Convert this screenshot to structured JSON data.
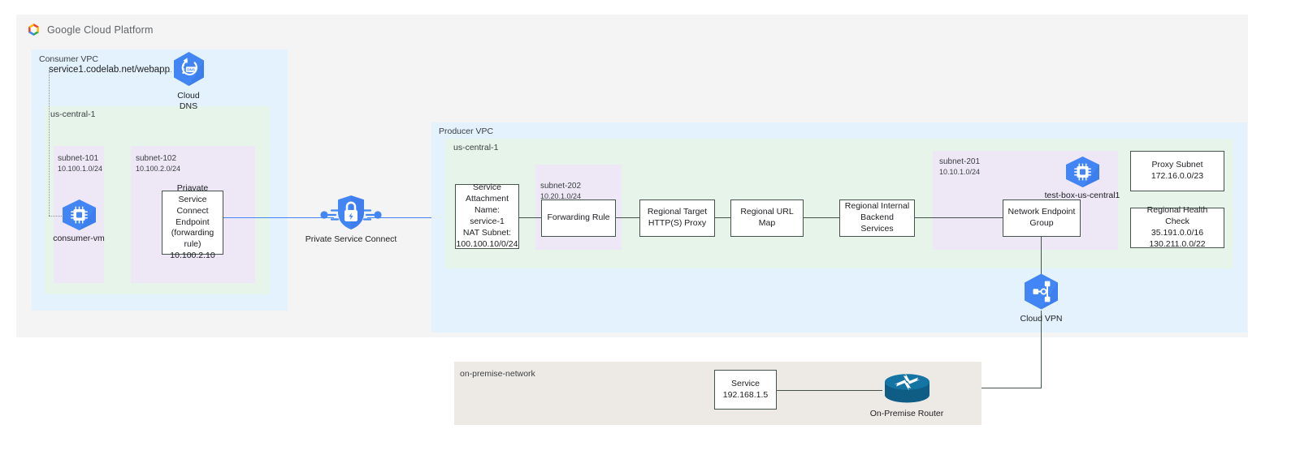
{
  "header": {
    "logo_icon": "google-cloud-logo-icon",
    "brand_google": "Google",
    "brand_cloud": "Cloud",
    "brand_platform": "Platform",
    "brand_full": "Google Cloud Platform"
  },
  "colors": {
    "vpc_fill": "#e3f2fd",
    "region_fill": "#e6f4ea",
    "subnet_fill": "#ede7f6",
    "onprem_fill": "#edeae6",
    "platform_fill": "#f4f4f4",
    "google_blue": "#4285f4",
    "connector": "#45534d",
    "router_teal": "#12638c"
  },
  "consumer": {
    "vpc_label": "Consumer VPC",
    "region_label": "us-central-1",
    "dns_url": "service1.codelab.net/webapp",
    "dns_icon": "cloud-dns-icon",
    "dns_caption_line1": "Cloud",
    "dns_caption_line2": "DNS",
    "subnet_101": {
      "name": "subnet-101",
      "cidr": "10.100.1.0/24"
    },
    "subnet_102": {
      "name": "subnet-102",
      "cidr": "10.100.2.0/24"
    },
    "vm_icon": "compute-engine-vm-icon",
    "vm_caption": "consumer-vm",
    "psc_endpoint": {
      "line1": "Priavate Service",
      "line2": "Connect Endpoint",
      "line3": "(forwarding rule)",
      "line4": "10.100.2.10"
    }
  },
  "psc": {
    "icon": "private-service-connect-shield-lock-icon",
    "caption": "Private Service Connect"
  },
  "producer": {
    "vpc_label": "Producer VPC",
    "region_label": "us-central-1",
    "service_attachment": {
      "line1": "Service",
      "line2": "Attachment",
      "line3": "Name: service-1",
      "line4": "NAT Subnet:",
      "line5": "100.100.10/0/24"
    },
    "subnet_202": {
      "name": "subnet-202",
      "cidr": "10.20.1.0/24"
    },
    "subnet_201": {
      "name": "subnet-201",
      "cidr": "10.10.1.0/24"
    },
    "forwarding_rule": "Forwarding Rule",
    "target_proxy": {
      "line1": "Regional Target",
      "line2": "HTTP(S) Proxy"
    },
    "url_map": "Regional URL Map",
    "backend_services": {
      "line1": "Regional Internal",
      "line2": "Backend Services"
    },
    "neg": {
      "line1": "Network Endpoint",
      "line2": "Group"
    },
    "test_box": {
      "icon": "compute-engine-vm-icon",
      "caption": "test-box-us-central1"
    },
    "proxy_subnet": {
      "line1": "Proxy Subnet",
      "line2": "172.16.0.0/23"
    },
    "health_check": {
      "line1": "Regional Health Check",
      "line2": "35.191.0.0/16",
      "line3": "130.211.0.0/22"
    }
  },
  "vpn": {
    "icon": "cloud-vpn-icon",
    "caption": "Cloud VPN"
  },
  "onprem": {
    "network_label": "on-premise-network",
    "service": {
      "line1": "Service",
      "line2": "192.168.1.5"
    },
    "router_icon": "on-premise-router-icon",
    "router_caption": "On-Premise Router"
  }
}
